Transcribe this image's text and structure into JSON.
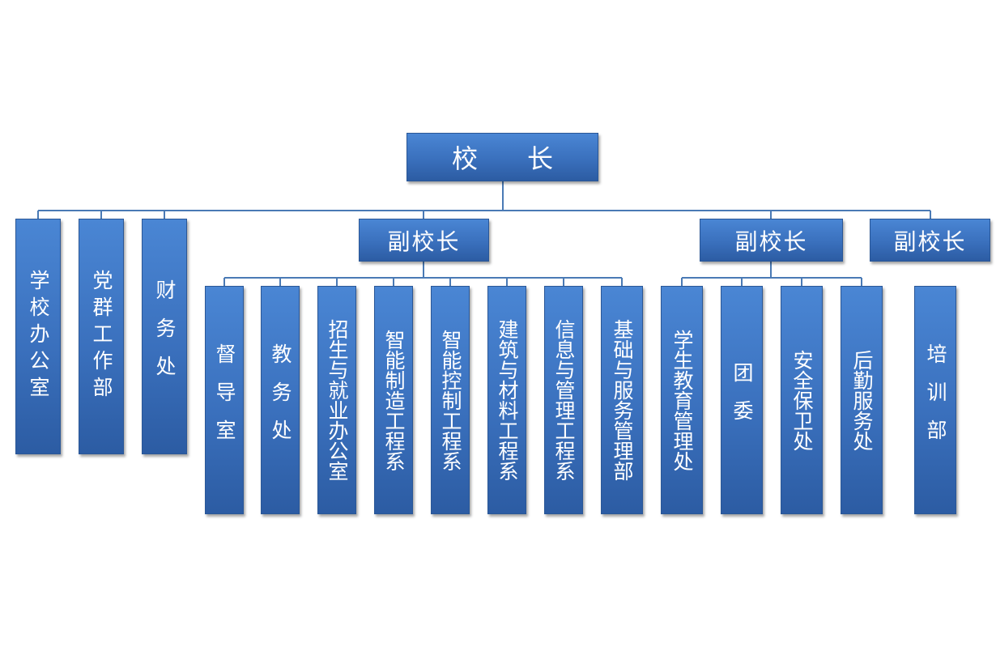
{
  "org": {
    "principal": "校      长",
    "direct_units": [
      "学校办公室",
      "党群工作部",
      "财务处"
    ],
    "vice_1": {
      "title": "副校长",
      "units": [
        "督导室",
        "教务处",
        "招生与就业办公室",
        "智能制造工程系",
        "智能控制工程系",
        "建筑与材料工程系",
        "信息与管理工程系",
        "基础与服务管理部"
      ]
    },
    "vice_2": {
      "title": "副校长",
      "units": [
        "学生教育管理处",
        "团委",
        "安全保卫处",
        "后勤服务处"
      ]
    },
    "vice_3": {
      "title": "副校长",
      "units": [
        "培训部"
      ]
    }
  },
  "colors": {
    "box_top": "#4a86d4",
    "box_bottom": "#2c5ca3",
    "connector": "#4a7ab5",
    "text": "#ffffff"
  }
}
